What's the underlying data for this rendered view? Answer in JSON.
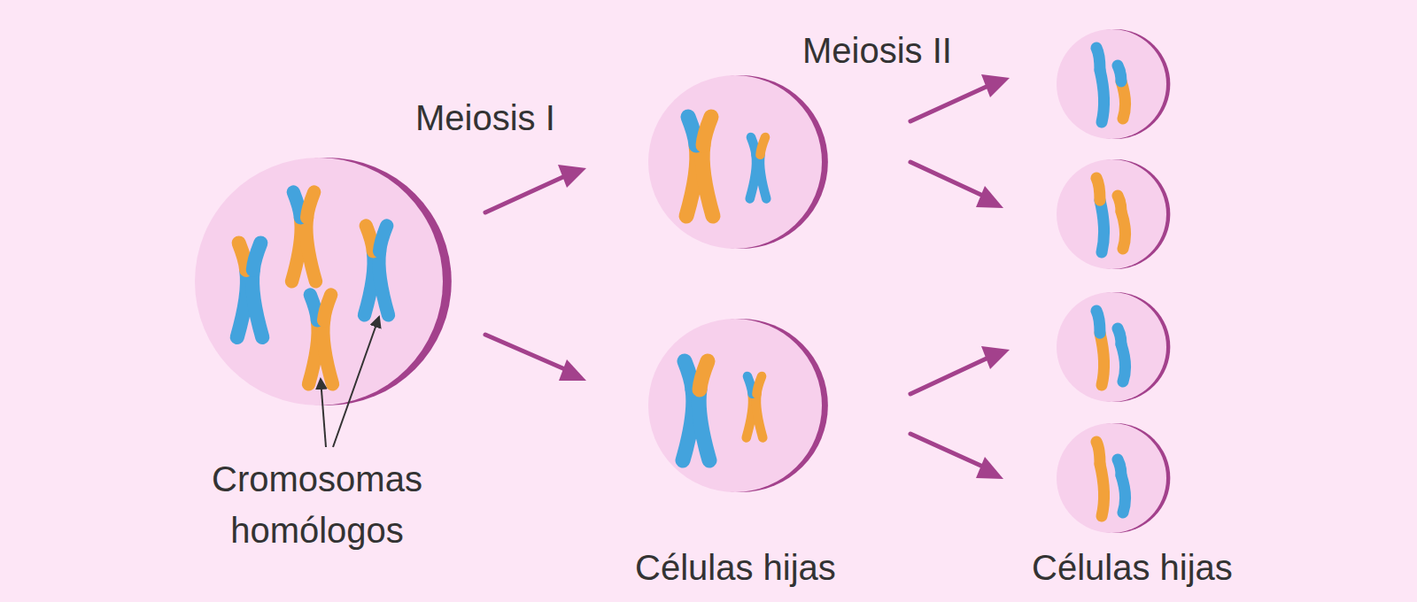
{
  "diagram": {
    "labels": [
      "Meiosis I",
      "Meiosis II",
      "Cromosomas homólogos",
      "Células hijas",
      "Células hijas"
    ]
  }
}
